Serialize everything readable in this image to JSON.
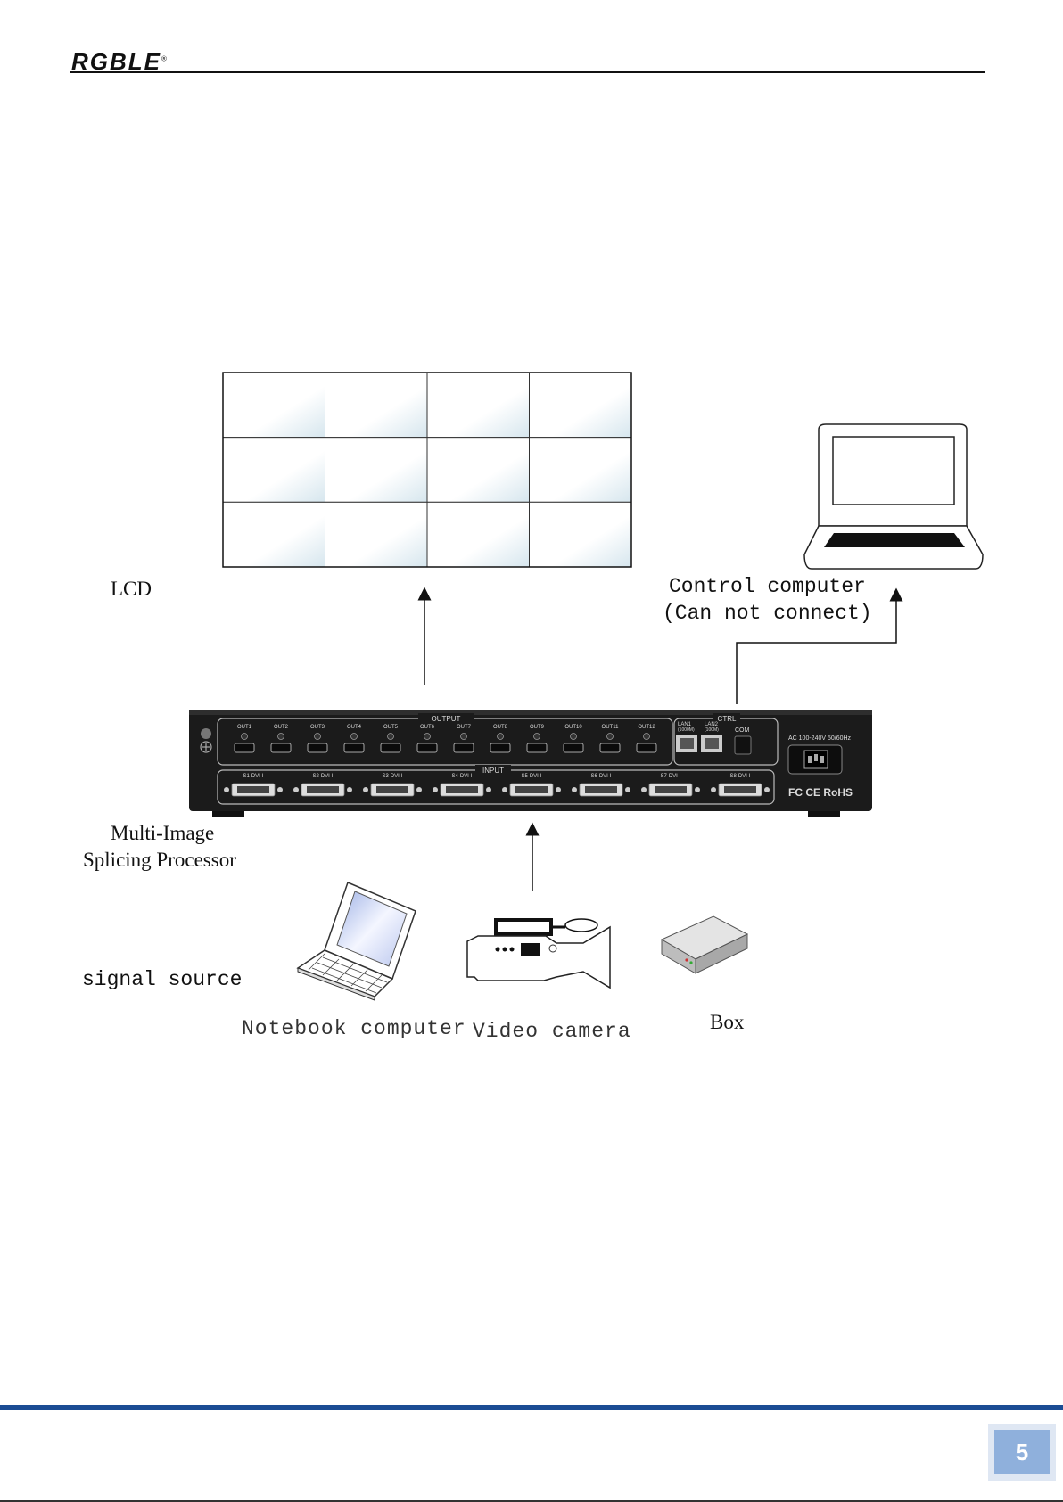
{
  "header": {
    "logo": "RGBLE",
    "logo_mark": "®"
  },
  "labels": {
    "lcd": "LCD",
    "control_computer": "Control computer",
    "control_note": "(Can not connect)",
    "processor_line1": "Multi-Image",
    "processor_line2": "Splicing Processor",
    "signal_source": "signal source",
    "notebook": "Notebook computer",
    "camera": "Video camera",
    "box": "Box"
  },
  "processor_panel": {
    "output_title": "OUTPUT",
    "input_title": "INPUT",
    "ctrl_title": "CTRL",
    "outputs": [
      "OUT1",
      "OUT2",
      "OUT3",
      "OUT4",
      "OUT5",
      "OUT6",
      "OUT7",
      "OUT8",
      "OUT9",
      "OUT10",
      "OUT11",
      "OUT12"
    ],
    "inputs": [
      "S1-DVI-I",
      "S2-DVI-I",
      "S3-DVI-I",
      "S4-DVI-I",
      "S5-DVI-I",
      "S6-DVI-I",
      "S7-DVI-I",
      "S8-DVI-I"
    ],
    "lan1": "LAN1",
    "lan1_speed": "(1000M)",
    "lan2": "LAN2",
    "lan2_speed": "(100M)",
    "com": "COM",
    "power": "AC 100-240V 50/60Hz",
    "cert": "FC CE RoHS"
  },
  "lcd_wall": {
    "rows": 3,
    "cols": 4
  },
  "footer": {
    "page_number": "5"
  }
}
